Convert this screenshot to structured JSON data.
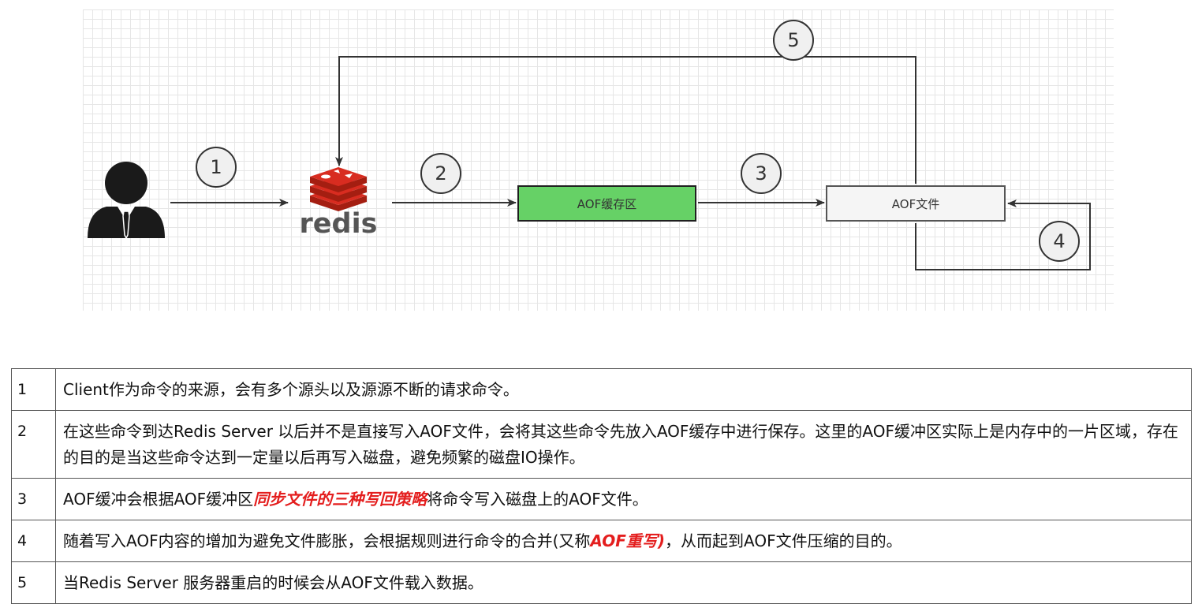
{
  "diagram": {
    "buffer_label": "AOF缓存区",
    "file_label": "AOF文件",
    "redis_logo_text": "redis",
    "steps": [
      "1",
      "2",
      "3",
      "4",
      "5"
    ]
  },
  "table": {
    "rows": [
      {
        "num": "1",
        "text": "Client作为命令的来源，会有多个源头以及源源不断的请求命令。"
      },
      {
        "num": "2",
        "text": "在这些命令到达Redis Server 以后并不是直接写入AOF文件，会将其这些命令先放入AOF缓存中进行保存。这里的AOF缓冲区实际上是内存中的一片区域，存在的目的是当这些命令达到一定量以后再写入磁盘，避免频繁的磁盘IO操作。"
      },
      {
        "num": "3",
        "text_before": "AOF缓冲会根据AOF缓冲区",
        "highlight": "同步文件的三种写回策略",
        "text_after": "将命令写入磁盘上的AOF文件。"
      },
      {
        "num": "4",
        "text_before": "随着写入AOF内容的增加为避免文件膨胀，会根据规则进行命令的合并(又称",
        "highlight": "AOF重写)",
        "text_after": "，从而起到AOF文件压缩的目的。"
      },
      {
        "num": "5",
        "text": "当Redis Server 服务器重启的时候会从AOF文件载入数据。"
      }
    ]
  },
  "colors": {
    "buffer_fill": "#66d166",
    "file_fill": "#f5f5f5",
    "redis_red": "#d82c20",
    "highlight": "#e41e1e"
  }
}
